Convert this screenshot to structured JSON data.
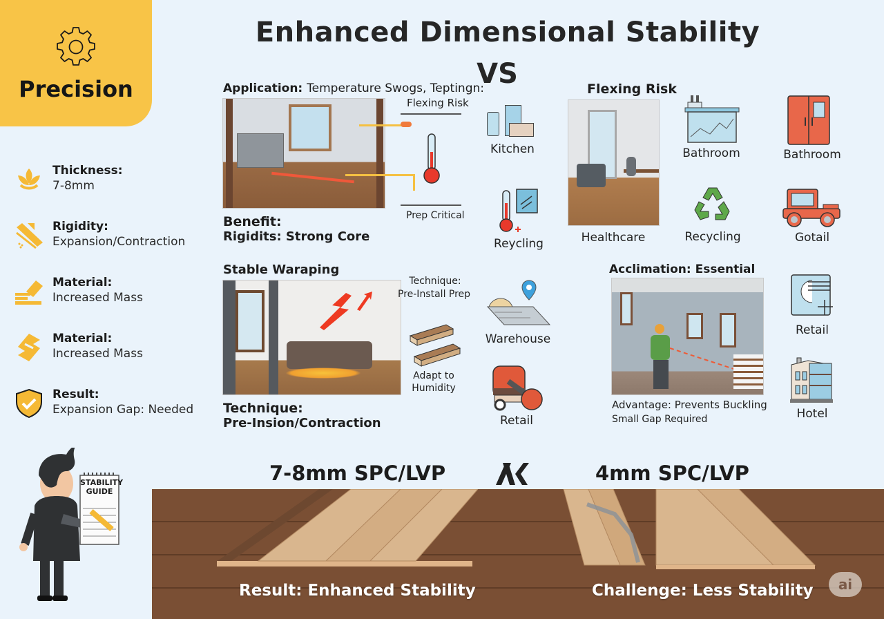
{
  "badge": {
    "label": "Precision",
    "icon": "gear-icon",
    "color": "#f8c447"
  },
  "title": "Enhanced Dimensional Stability",
  "vs": "VS",
  "features": [
    {
      "icon": "lotus-icon",
      "label": "Thickness:",
      "value": "7-8mm"
    },
    {
      "icon": "plank-layers-icon",
      "label": "Rigidity:",
      "value": "Expansion/Contraction"
    },
    {
      "icon": "eraser-icon",
      "label": "Material:",
      "value": "Increased Mass"
    },
    {
      "icon": "s-block-icon",
      "label": "Material:",
      "value": "Increased Mass"
    },
    {
      "icon": "shield-check-icon",
      "label": "Result:",
      "value": "Expansion Gap: Needed"
    }
  ],
  "panel_application": {
    "heading_bold": "Application:",
    "heading_rest": "Temperature Swogs, Teptingn:",
    "side_top": "Flexing Risk",
    "side_bottom": "Prep Critical",
    "benefit_label": "Benefit:",
    "benefit_value": "Rigidits: Strong Core"
  },
  "panel_stable": {
    "heading": "Stable Waraping",
    "side_label": "Technique:",
    "side_value": "Pre-Install Prep",
    "planks_caption_1": "Adapt to",
    "planks_caption_2": "Humidity",
    "technique_label": "Technique:",
    "technique_value": "Pre-Insion/Contraction"
  },
  "panel_flexing": {
    "heading": "Flexing Risk",
    "caption": "Healthcare"
  },
  "panel_acclimation": {
    "heading": "Acclimation: Essential",
    "line1": "Advantage: Prevents Buckling",
    "line2": "Small Gap Required"
  },
  "icons": [
    {
      "name": "kitchen-icon",
      "label": "Kitchen"
    },
    {
      "name": "thermometer-icon",
      "label": "Reycling"
    },
    {
      "name": "aquarium-icon",
      "label": "Bathroom"
    },
    {
      "name": "recycling-icon",
      "label": "Recycling"
    },
    {
      "name": "cabinet-icon",
      "label": "Bathroom"
    },
    {
      "name": "vehicle-icon",
      "label": "Gotail"
    },
    {
      "name": "warehouse-icon",
      "label": "Warehouse"
    },
    {
      "name": "vacuum-icon",
      "label": "Retail"
    },
    {
      "name": "document-icon",
      "label": "Retail"
    },
    {
      "name": "hotel-icon",
      "label": "Hotel"
    }
  ],
  "person": {
    "guide_line1": "STABILITY",
    "guide_line2": "GUIDE"
  },
  "compare": {
    "left_product": "7-8mm SPC/LVP",
    "right_product": "4mm SPC/LVP",
    "left_result": "Result: Enhanced Stability",
    "right_result": "Challenge: Less Stability",
    "versus_icon": "versus-icon"
  },
  "watermark": "ai"
}
